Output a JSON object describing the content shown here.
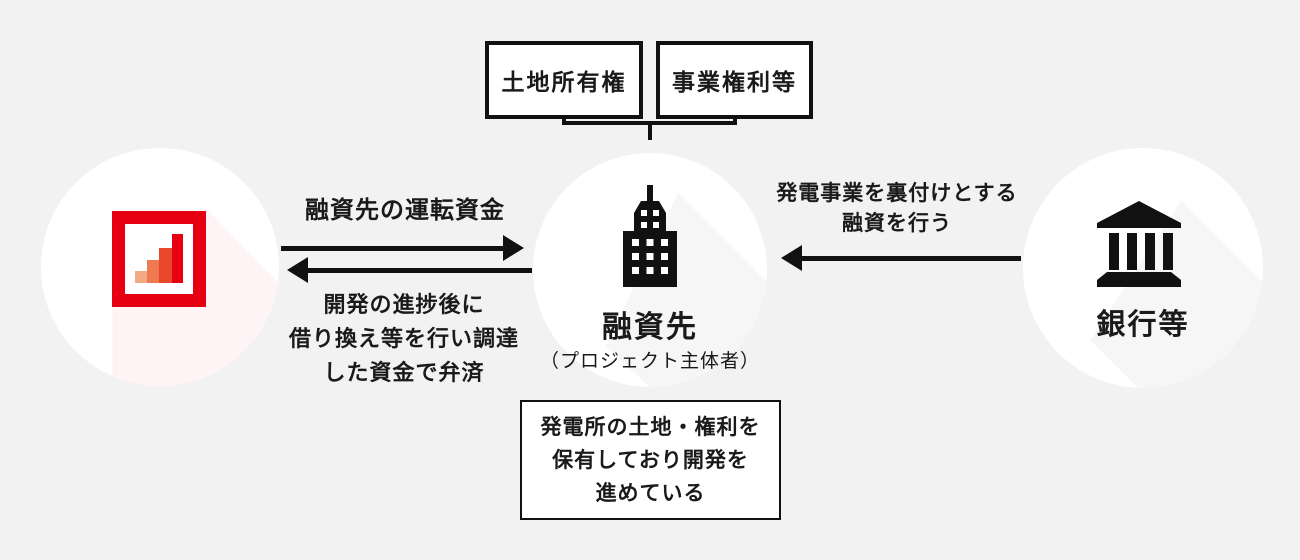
{
  "diagram": {
    "background_color": "#f2f2f2",
    "ink_color": "#111111",
    "brand_color": "#e60012",
    "bar_colors": [
      "#f2a986",
      "#ef7a52",
      "#e8472a",
      "#e60012"
    ],
    "top_boxes": {
      "land": "土地所有権",
      "rights": "事業権利等"
    },
    "entities": {
      "company": {
        "icon": "bar-chart-logo"
      },
      "borrower": {
        "title": "融資先",
        "subtitle": "（プロジェクト主体者）",
        "icon": "building-icon"
      },
      "bank": {
        "title": "銀行等",
        "icon": "bank-icon"
      }
    },
    "flows": {
      "working_capital": {
        "label": "融資先の運転資金",
        "arrow_direction": "right"
      },
      "repayment": {
        "line1": "開発の進捗後に",
        "line2": "借り換え等を行い調達",
        "line3": "した資金で弁済",
        "arrow_direction": "left"
      },
      "loan": {
        "line1": "発電事業を裏付けとする",
        "line2": "融資を行う",
        "arrow_direction": "left"
      }
    },
    "note": {
      "line1": "発電所の土地・権利を",
      "line2": "保有しており開発を",
      "line3": "進めている"
    }
  }
}
